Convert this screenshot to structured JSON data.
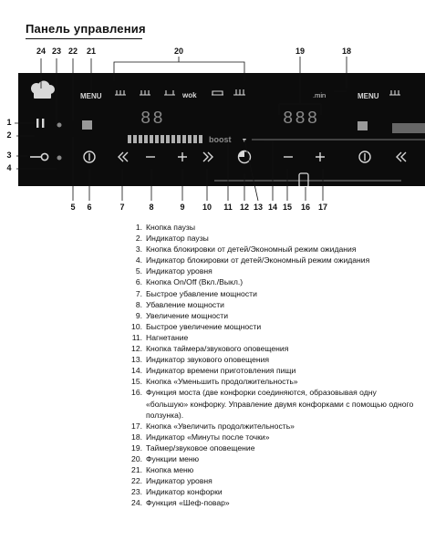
{
  "title": "Панель управления",
  "panel": {
    "menu_left": "MENU",
    "menu_right": "MENU",
    "wok": "wok",
    "boost": "boost",
    "min": ".min",
    "display_left": "88",
    "display_right": "888"
  },
  "callouts_top": [
    "24",
    "23",
    "22",
    "21",
    "20",
    "19",
    "18"
  ],
  "callouts_left": [
    "1",
    "2",
    "3",
    "4"
  ],
  "callouts_bottom": [
    "5",
    "6",
    "7",
    "8",
    "9",
    "10",
    "11",
    "12",
    "13",
    "14",
    "15",
    "16",
    "17"
  ],
  "legend": [
    {
      "n": "1.",
      "t": "Кнопка паузы"
    },
    {
      "n": "2.",
      "t": "Индикатор паузы"
    },
    {
      "n": "3.",
      "t": "Кнопка блокировки от детей/Экономный режим ожидания"
    },
    {
      "n": "4.",
      "t": "Индикатор блокировки от детей/Экономный режим ожидания"
    },
    {
      "n": "5.",
      "t": "Индикатор уровня"
    },
    {
      "n": "6.",
      "t": "Кнопка On/Off (Вкл./Выкл.)"
    },
    {
      "n": "7.",
      "t": "Быстрое убавление мощности"
    },
    {
      "n": "8.",
      "t": "Убавление мощности"
    },
    {
      "n": "9.",
      "t": "Увеличение мощности"
    },
    {
      "n": "10.",
      "t": "Быстрое увеличение мощности"
    },
    {
      "n": "11.",
      "t": "Нагнетание"
    },
    {
      "n": "12.",
      "t": "Кнопка таймера/звукового оповещения"
    },
    {
      "n": "13.",
      "t": "Индикатор звукового оповещения"
    },
    {
      "n": "14.",
      "t": "Индикатор времени приготовления пищи"
    },
    {
      "n": "15.",
      "t": "Кнопка «Уменьшить продолжительность»"
    },
    {
      "n": "16.",
      "t": "Функция моста (две конфорки соединяются, образовывая одну «большую» конфорку. Управление двумя конфорками с помощью одного ползунка)."
    },
    {
      "n": "17.",
      "t": "Кнопка «Увеличить продолжительность»"
    },
    {
      "n": "18.",
      "t": "Индикатор «Минуты после точки»"
    },
    {
      "n": "19.",
      "t": "Таймер/звуковое оповещение"
    },
    {
      "n": "20.",
      "t": "Функции меню"
    },
    {
      "n": "21.",
      "t": "Кнопка меню"
    },
    {
      "n": "22.",
      "t": "Индикатор уровня"
    },
    {
      "n": "23.",
      "t": "Индикатор конфорки"
    },
    {
      "n": "24.",
      "t": "Функция «Шеф-повар»"
    }
  ]
}
